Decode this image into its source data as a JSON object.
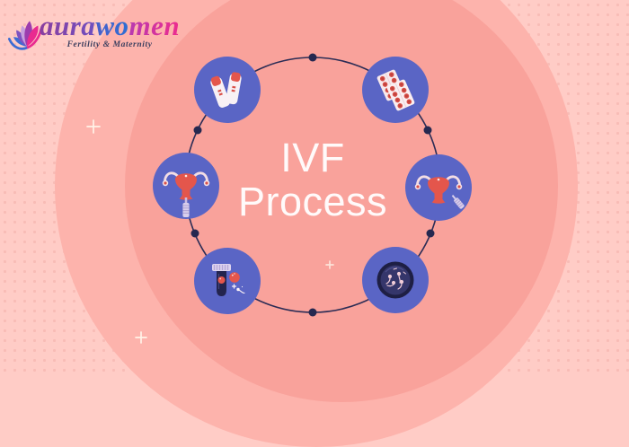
{
  "logo": {
    "brand_full": "aurawomen",
    "brand_aura": "aura",
    "brand_wo": "wo",
    "brand_men": "men",
    "tagline": "Fertility & Maternity",
    "flower_icon": "lotus-petals-flower-icon"
  },
  "center": {
    "title_line1": "IVF",
    "title_line2": "Process"
  },
  "diagram": {
    "description": "six-step IVF process ring with medical icons",
    "steps": [
      {
        "icon": "pregnancy-test-icon",
        "position": "top-left"
      },
      {
        "icon": "medication-blister-pack-icon",
        "position": "top-right"
      },
      {
        "icon": "uterus-ovarian-stimulation-icon",
        "position": "right"
      },
      {
        "icon": "sperm-petri-dish-icon",
        "position": "bottom-right"
      },
      {
        "icon": "test-tube-fertilization-icon",
        "position": "bottom-left"
      },
      {
        "icon": "uterus-embryo-transfer-icon",
        "position": "left"
      }
    ]
  },
  "colors": {
    "background_light": "#ffccc6",
    "background_mid": "#fdb3ac",
    "background_dark": "#f9a29b",
    "icon_circle_blue": "#5a65c5",
    "navy": "#23244e",
    "red_coral": "#e4564c",
    "lavender": "#d9cfec",
    "title_white": "#fffafa",
    "brand_purple": "#7c3da6",
    "brand_blue": "#2f6acc",
    "brand_magenta": "#e0318f"
  }
}
